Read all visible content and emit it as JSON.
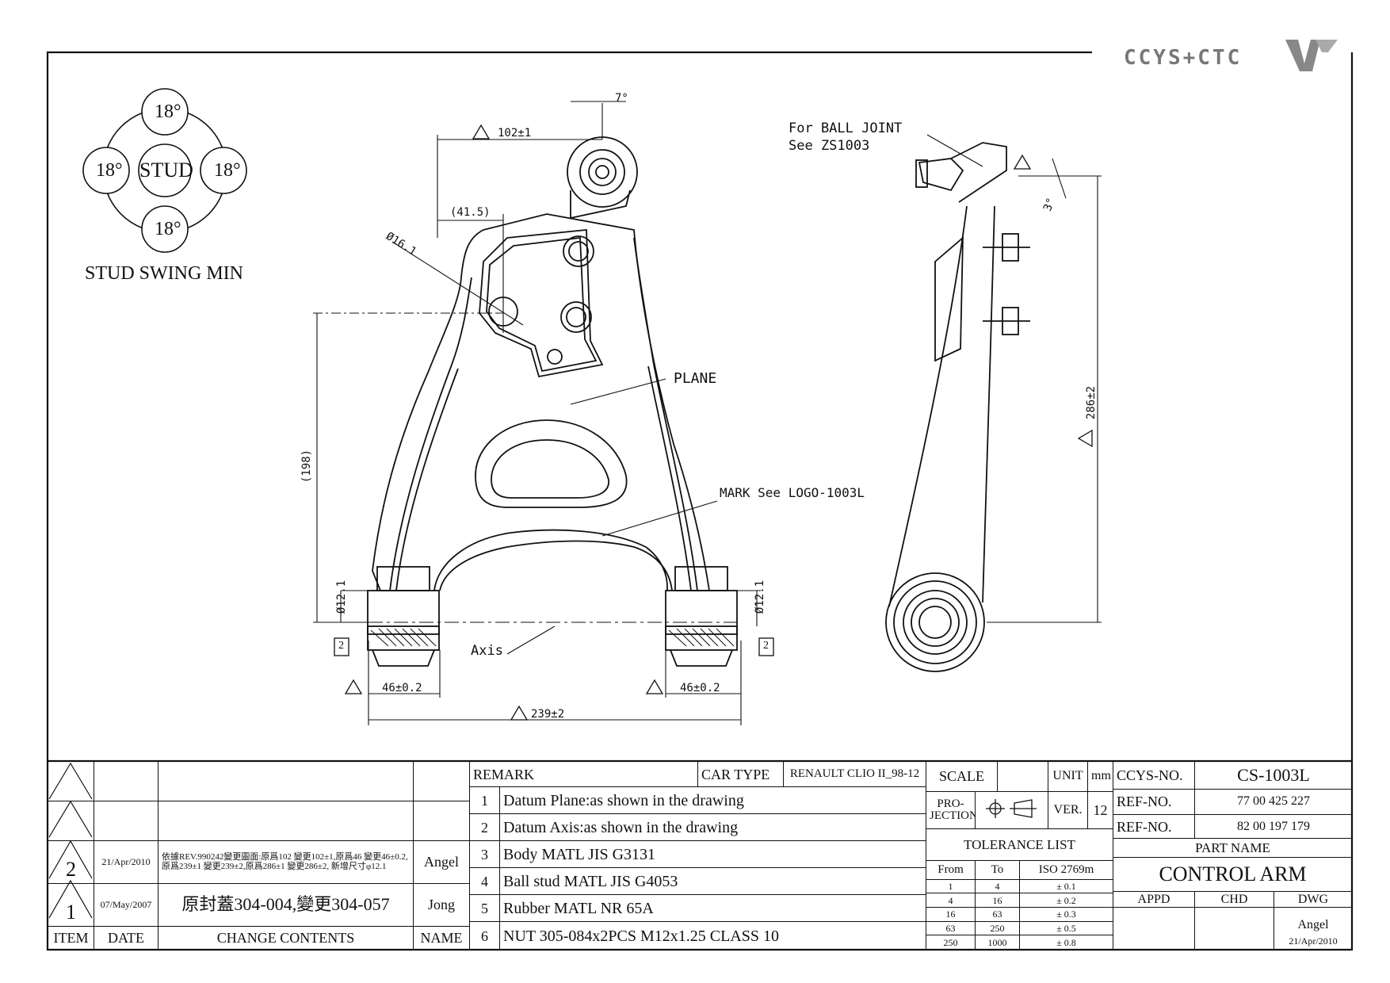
{
  "logo": {
    "text": "CCYS+CTC"
  },
  "stud_swing": {
    "center": "STUD",
    "angles": [
      "18°",
      "18°",
      "18°",
      "18°"
    ],
    "caption": "STUD SWING MIN"
  },
  "dims": {
    "d102": "102±1",
    "d7": "7°",
    "d41": "(41.5)",
    "dphi16": "Ø16.1",
    "d198": "(198)",
    "dphi12_left": "Ø12.1",
    "dphi12_right": "Ø12.1",
    "d46_left": "46±0.2",
    "d46_right": "46±0.2",
    "d239": "239±2",
    "d286": "286±2",
    "d3": "3°",
    "datum2_left": "2",
    "datum2_right": "2",
    "tri2": "2",
    "tri1": "1"
  },
  "labels": {
    "ball_joint_1": "For BALL JOINT",
    "ball_joint_2": "See ZS1003",
    "plane": "PLANE",
    "mark": "MARK See LOGO-1003L",
    "axis": "Axis"
  },
  "revisions": {
    "rows": [
      {
        "num": "",
        "date": "",
        "contents": "",
        "name": ""
      },
      {
        "num": "",
        "date": "",
        "contents": "",
        "name": ""
      },
      {
        "num": "2",
        "date": "21/Apr/2010",
        "contents": "依據REV.990242變更圖面:原爲102 變更102±1,原爲46 變更46±0.2, 原爲239±1 變更239±2,原爲286±1 變更286±2, 新增尺寸φ12.1",
        "name": "Angel"
      },
      {
        "num": "1",
        "date": "07/May/2007",
        "contents": "原封蓋304-004,變更304-057",
        "name": "Jong"
      }
    ],
    "headers": {
      "item": "ITEM",
      "date": "DATE",
      "contents": "CHANGE CONTENTS",
      "name": "NAME"
    }
  },
  "remarks": {
    "header": "REMARK",
    "car_type_label": "CAR TYPE",
    "car_type": "RENAULT CLIO II_98-12",
    "items": [
      {
        "n": "1",
        "text": "Datum Plane:as shown in the drawing"
      },
      {
        "n": "2",
        "text": "Datum Axis:as shown in the drawing"
      },
      {
        "n": "3",
        "text": "Body MATL JIS G3131"
      },
      {
        "n": "4",
        "text": "Ball stud MATL JIS G4053"
      },
      {
        "n": "5",
        "text": "Rubber MATL NR 65A"
      },
      {
        "n": "6",
        "text": "NUT 305-084x2PCS M12x1.25 CLASS 10"
      }
    ]
  },
  "info": {
    "scale_label": "SCALE",
    "unit_label": "UNIT",
    "unit": "mm",
    "projection_label_1": "PRO-",
    "projection_label_2": "JECTION",
    "ver_label": "VER.",
    "ver": "12",
    "tolerance_title": "TOLERANCE LIST",
    "tol_headers": [
      "From",
      "To",
      "ISO 2769m"
    ],
    "tol_rows": [
      [
        "1",
        "4",
        "± 0.1"
      ],
      [
        "4",
        "16",
        "± 0.2"
      ],
      [
        "16",
        "63",
        "± 0.3"
      ],
      [
        "63",
        "250",
        "± 0.5"
      ],
      [
        "250",
        "1000",
        "± 0.8"
      ]
    ],
    "ccys_label": "CCYS-NO.",
    "ccys_no": "CS-1003L",
    "ref_label_1": "REF-NO.",
    "ref_no_1": "77 00 425 227",
    "ref_label_2": "REF-NO.",
    "ref_no_2": "82 00 197 179",
    "part_name_label": "PART NAME",
    "part_name": "CONTROL ARM",
    "appd": "APPD",
    "chd": "CHD",
    "dwg": "DWG",
    "drawn_by": "Angel",
    "drawn_date": "21/Apr/2010"
  }
}
